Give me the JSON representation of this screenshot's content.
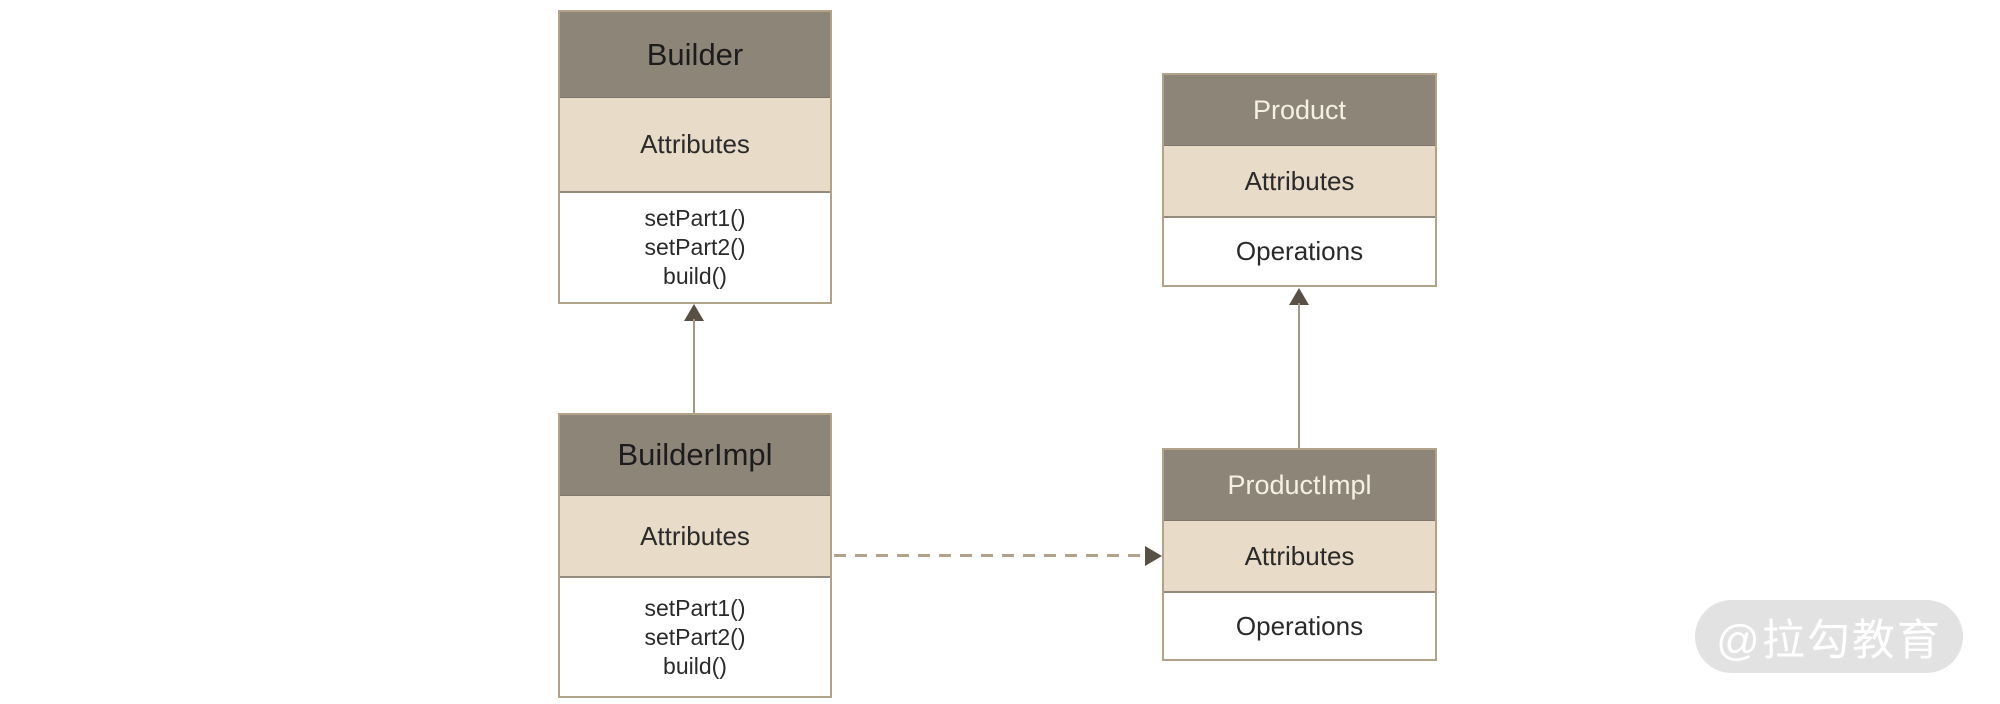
{
  "diagram": {
    "kind": "uml-class-diagram",
    "pattern_name": "Builder pattern",
    "classes": [
      {
        "title": "Builder",
        "attributes_label": "Attributes",
        "operations": [
          "setPart1()",
          "setPart2()",
          "build()"
        ]
      },
      {
        "title": "BuilderImpl",
        "attributes_label": "Attributes",
        "operations": [
          "setPart1()",
          "setPart2()",
          "build()"
        ]
      },
      {
        "title": "Product",
        "attributes_label": "Attributes",
        "operations_label": "Operations"
      },
      {
        "title": "ProductImpl",
        "attributes_label": "Attributes",
        "operations_label": "Operations"
      }
    ],
    "relations": [
      {
        "from": "BuilderImpl",
        "to": "Builder",
        "style": "solid",
        "arrow": "filled-triangle-up"
      },
      {
        "from": "ProductImpl",
        "to": "Product",
        "style": "solid",
        "arrow": "filled-triangle-up"
      },
      {
        "from": "BuilderImpl",
        "to": "ProductImpl",
        "style": "dashed",
        "arrow": "filled-triangle-right"
      }
    ],
    "watermark": {
      "text": "@拉勾教育"
    },
    "colors": {
      "canvas_bg": "#ffffff",
      "header_bg": "#8e8579",
      "header_divider": "#7e766a",
      "attributes_bg": "#e8dcc9",
      "operations_bg": "#ffffff",
      "box_border": "#b3a28a",
      "section_divider": "#938a7c",
      "title_dark": "#1c1c1c",
      "title_light": "#f6f0e4",
      "body_text": "#2a2a2a",
      "line_color": "#a69683",
      "dashed_line": "#b2a28b",
      "arrowhead": "#584f45",
      "watermark_bg": "#e2e2e2",
      "watermark_text": "#ffffff"
    }
  }
}
